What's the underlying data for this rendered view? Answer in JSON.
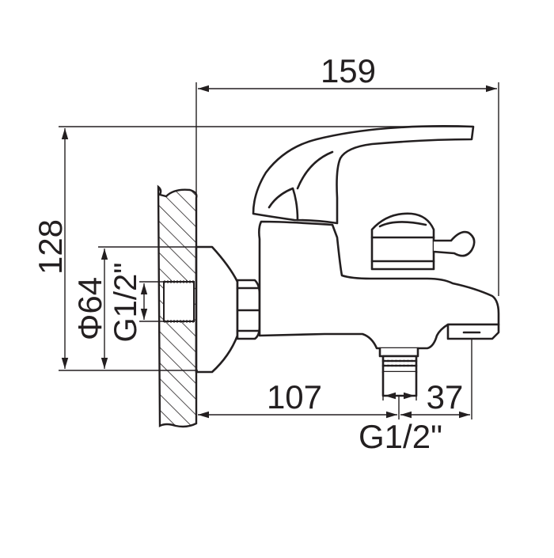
{
  "colors": {
    "ink": "#231f20",
    "background": "#ffffff"
  },
  "dimensions": {
    "overall_length": "159",
    "overall_height": "128",
    "flange_diameter": "Φ64",
    "wall_inlet_thread": "G1/2\"",
    "spout_offset": "107",
    "outlet_offset": "37",
    "outlet_thread": "G1/2\""
  }
}
